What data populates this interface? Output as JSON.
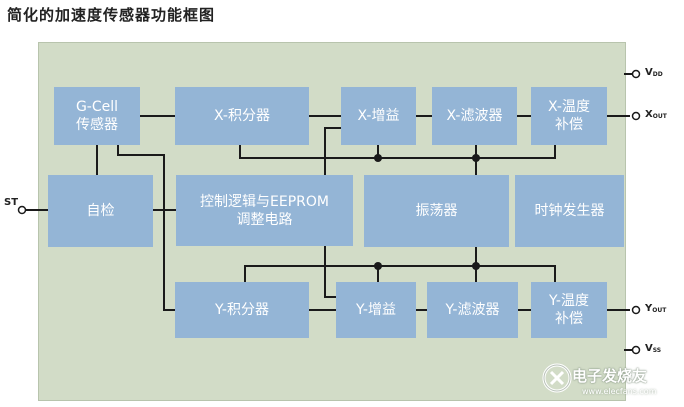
{
  "title": "简化的加速度传感器功能框图",
  "blocks": {
    "gcell": "G-Cell\n传感器",
    "x_integrator": "X-积分器",
    "x_gain": "X-增益",
    "x_filter": "X-滤波器",
    "x_temp": "X-温度\n补偿",
    "self_test": "自检",
    "control": "控制逻辑与EEPROM\n调整电路",
    "oscillator": "振荡器",
    "clock": "时钟发生器",
    "y_integrator": "Y-积分器",
    "y_gain": "Y-增益",
    "y_filter": "Y-滤波器",
    "y_temp": "Y-温度\n补偿"
  },
  "pins": {
    "vdd": {
      "main": "V",
      "sub": "DD"
    },
    "xout": {
      "main": "X",
      "sub": "OUT"
    },
    "st": {
      "main": "ST",
      "sub": ""
    },
    "yout": {
      "main": "Y",
      "sub": "OUT"
    },
    "vss": {
      "main": "V",
      "sub": "SS"
    }
  },
  "watermark": {
    "icon": "elecfans-logo-icon",
    "text": "电子发烧友",
    "url": "www.elecfans.com"
  },
  "colors": {
    "panel": "#d2dcc7",
    "block": "#94b5d6",
    "wire": "#1a1a1a"
  }
}
